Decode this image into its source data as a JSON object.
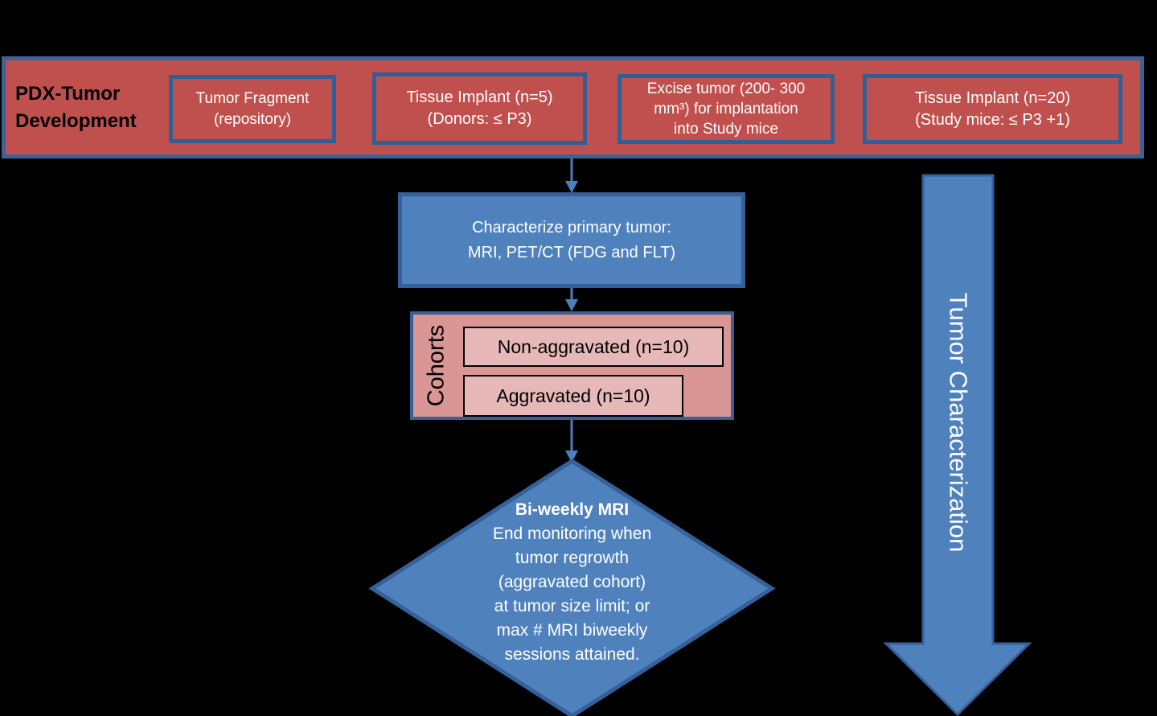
{
  "colors": {
    "background": "#000000",
    "red_fill": "#C0504D",
    "pink_fill": "#D99694",
    "light_pink_fill": "#E6B9B8",
    "blue_fill": "#4F81BD",
    "blue_border": "#36609A",
    "banner_border": "#3A6397",
    "arrow_blue": "#4C7FBC",
    "text_white": "#FFFFFF",
    "text_black": "#000000"
  },
  "banner": {
    "title": "PDX-Tumor Development",
    "boxes": [
      {
        "lines": [
          "Tumor Fragment",
          "(repository)"
        ]
      },
      {
        "lines": [
          "Tissue Implant (n=5)",
          "(Donors: ≤ P3)"
        ]
      },
      {
        "lines": [
          "Excise tumor (200- 300",
          "mm³) for implantation",
          "into Study mice"
        ]
      },
      {
        "lines": [
          "Tissue Implant (n=20)",
          "(Study mice: ≤ P3 +1)"
        ]
      }
    ]
  },
  "characterize": {
    "lines": [
      "Characterize primary tumor:",
      "MRI, PET/CT (FDG and FLT)"
    ]
  },
  "cohorts": {
    "label": "Cohorts",
    "items": [
      "Non-aggravated (n=10)",
      "Aggravated (n=10)"
    ]
  },
  "decision": {
    "title": "Bi-weekly MRI",
    "lines": [
      "End monitoring when",
      "tumor regrowth",
      "(aggravated cohort)",
      "at tumor size limit; or",
      "max # MRI biweekly",
      "sessions attained."
    ]
  },
  "side_arrow": {
    "label": "Tumor Characterization"
  }
}
